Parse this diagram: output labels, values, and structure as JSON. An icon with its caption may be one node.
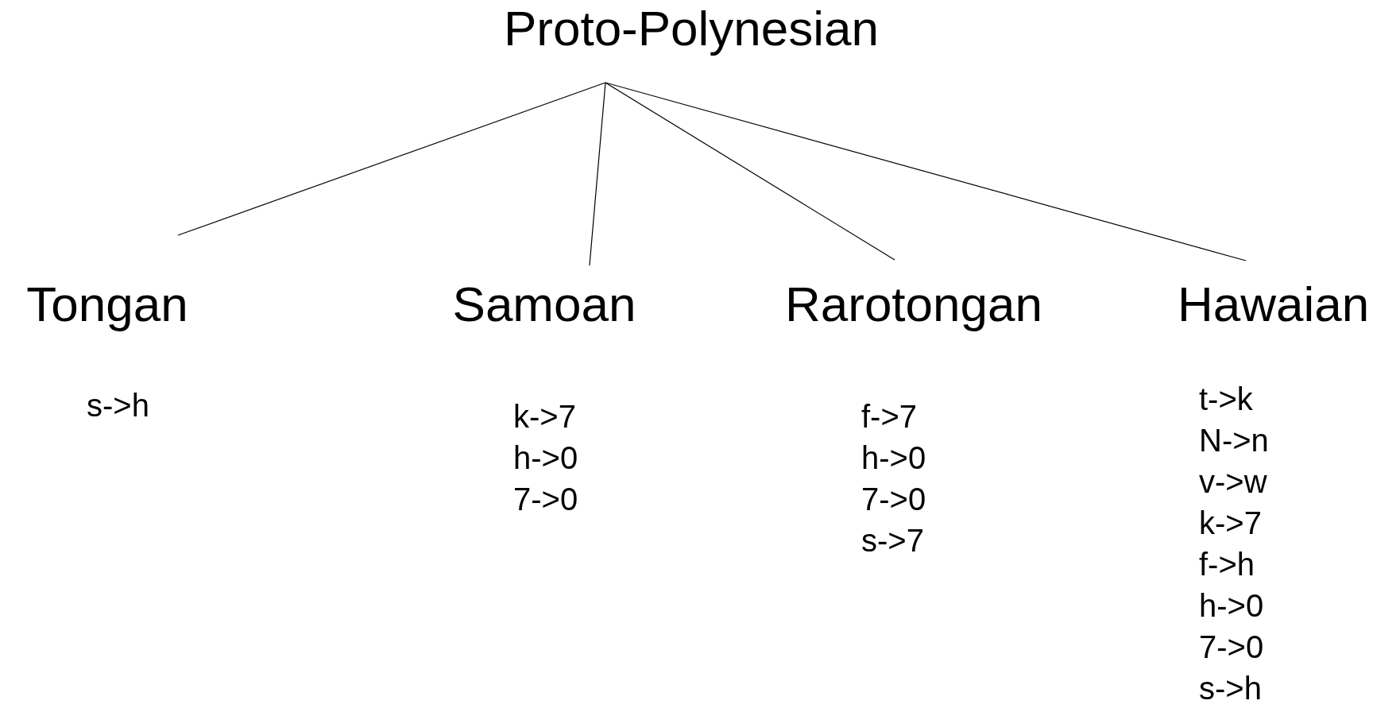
{
  "diagram": {
    "nodes": [
      {
        "text": [
          "Proto-Polynesian"
        ]
      },
      {
        "text": [
          "Tongan"
        ],
        "beside": [
          "s->h"
        ]
      },
      {
        "text": [
          "Samoan"
        ],
        "beside": [
          "k->7",
          "h->0",
          "7->0"
        ]
      },
      {
        "text": [
          "Rarotongan"
        ],
        "beside": [
          "f->7",
          "h->0",
          "7->0",
          "s->7"
        ]
      },
      {
        "text": [
          "Hawaian"
        ],
        "beside": [
          "t->k",
          "N->n",
          "v->w",
          "k->7",
          "f->h",
          "h->0",
          "7->0",
          "s->h"
        ]
      }
    ],
    "edges": [
      {
        "from": 0,
        "to": 1,
        "arrow": "none"
      },
      {
        "from": 0,
        "to": 2,
        "arrow": "none"
      },
      {
        "from": 0,
        "to": 3,
        "arrow": "none"
      },
      {
        "from": 0,
        "to": 4,
        "arrow": "none"
      }
    ]
  }
}
